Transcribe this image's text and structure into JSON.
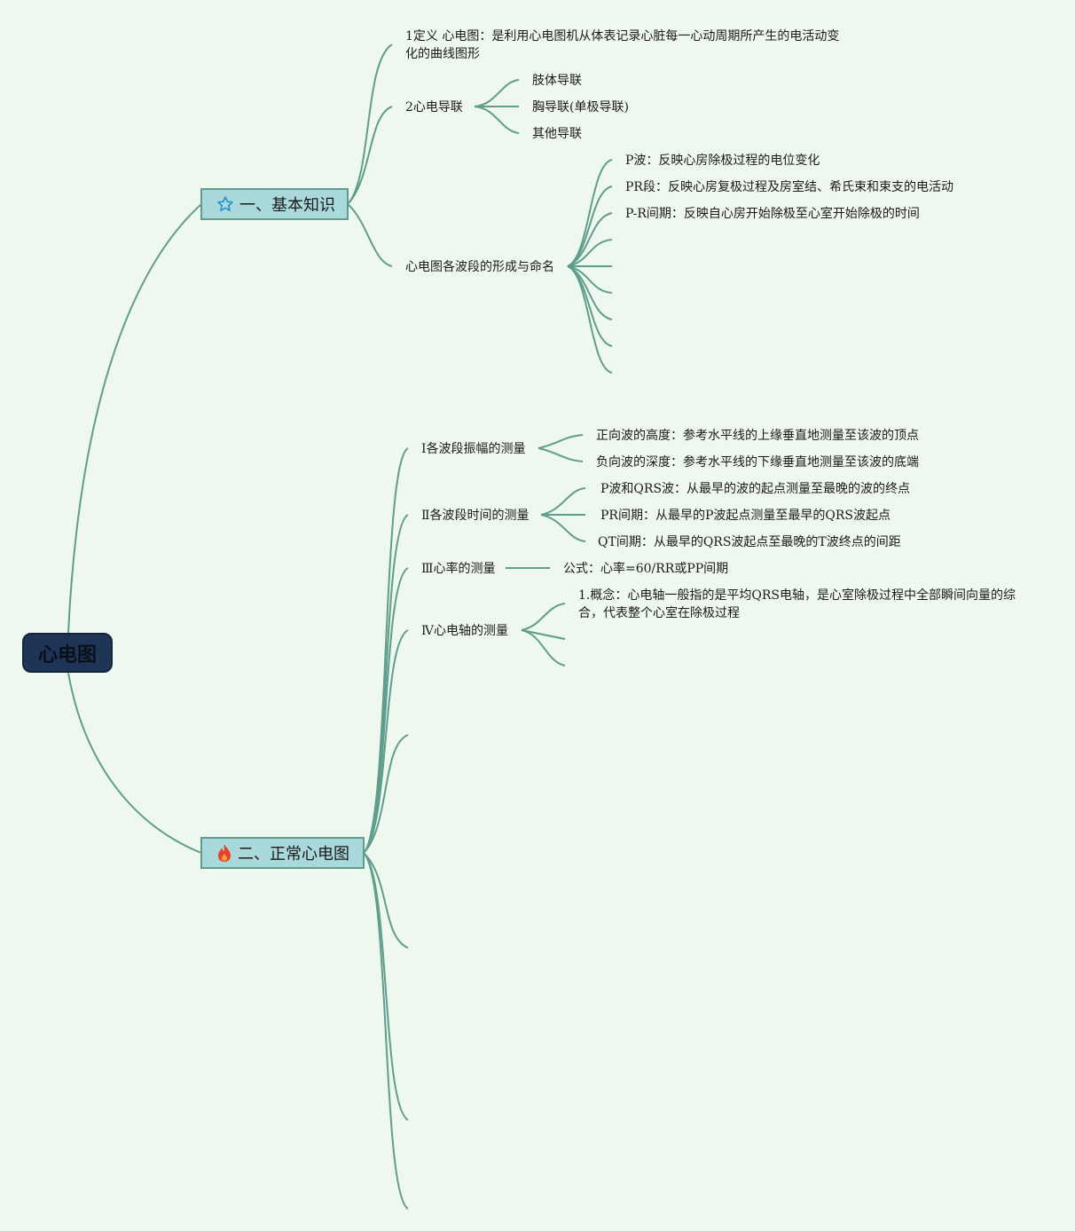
{
  "root": {
    "label": "心电图"
  },
  "branches": [
    {
      "label": "一、基本知识",
      "icon": "star-icon",
      "children": [
        {
          "label": "1定义 心电图：是利用心电图机从体表记录心脏每一心动周期所产生的电活动变化的曲线图形"
        },
        {
          "label": "2心电导联",
          "children": [
            "肢体导联",
            "胸导联(单极导联)",
            "其他导联"
          ]
        },
        {
          "label": "心电图各波段的形成与命名",
          "children": [
            "P波：反映心房除极过程的电位变化",
            "PR段：反映心房复极过程及房室结、希氏束和束支的电活动",
            "P-R间期：反映自心房开始除极至心室开始除极的时间"
          ]
        }
      ]
    },
    {
      "label": "二、正常心电图",
      "icon": "fire-icon",
      "children": [
        {
          "label": "Ⅰ各波段振幅的测量",
          "children": [
            "正向波的高度：参考水平线的上缘垂直地测量至该波的顶点",
            "负向波的深度：参考水平线的下缘垂直地测量至该波的底端"
          ]
        },
        {
          "label": "Ⅱ各波段时间的测量",
          "children": [
            "P波和QRS波：从最早的波的起点测量至最晚的波的终点",
            "PR间期：从最早的P波起点测量至最早的QRS波起点",
            "QT间期：从最早的QRS波起点至最晚的T波终点的间距"
          ]
        },
        {
          "label": "Ⅲ心率的测量",
          "children": [
            "公式：心率=60/RR或PP间期"
          ]
        },
        {
          "label": "Ⅳ心电轴的测量",
          "children": [
            "1.概念：心电轴一般指的是平均QRS电轴，是心室除极过程中全部瞬间向量的综合，代表整个心室在除极过程"
          ]
        }
      ]
    }
  ],
  "colors": {
    "line": "#5f9e8c",
    "main_node_fill": "#a9d9da",
    "root_fill": "#1f3557",
    "background": "#eff8ef"
  }
}
